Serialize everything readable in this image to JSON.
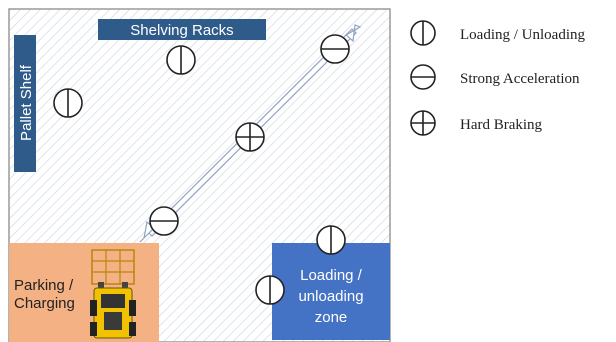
{
  "floorplan": {
    "shelving_racks_label": "Shelving Racks",
    "pallet_shelf_label": "Pallet Shelf",
    "parking_label_line1": "Parking /",
    "parking_label_line2": "Charging",
    "loading_zone_line1": "Loading /",
    "loading_zone_line2": "unloading",
    "loading_zone_line3": "zone"
  },
  "legend": {
    "items": [
      {
        "symbol": "loading-unloading",
        "label": "Loading / Unloading"
      },
      {
        "symbol": "strong-acceleration",
        "label": "Strong Acceleration"
      },
      {
        "symbol": "hard-braking",
        "label": "Hard Braking"
      }
    ]
  },
  "colors": {
    "rack_blue": "#2f5b8a",
    "zone_blue": "#4472c4",
    "parking_orange": "#f4b183",
    "forklift_yellow": "#f2c200",
    "hatch": "#c9d3e0"
  }
}
